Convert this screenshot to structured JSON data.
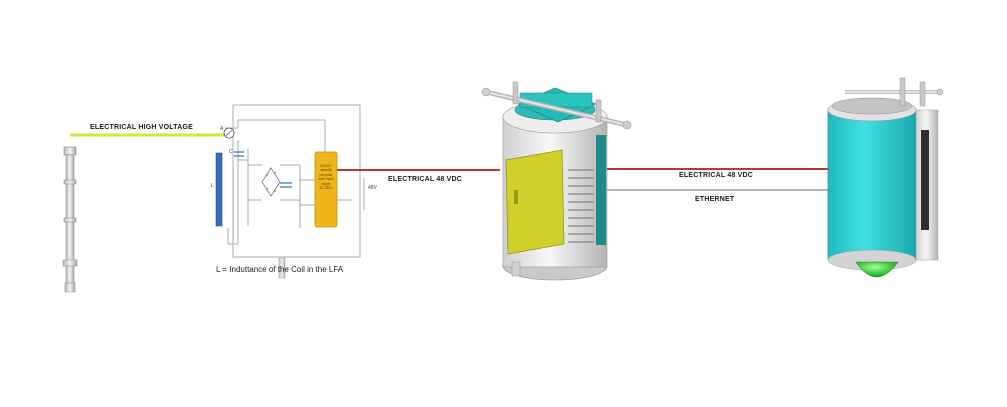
{
  "labels": {
    "high_voltage": "ELECTRICAL HIGH VOLTAGE",
    "coil_caption": "L = Induttance of the Coil in the LFA",
    "dc_left": "ELECTRICAL 48 VDC",
    "dc_right": "ELECTRICAL 48 VDC",
    "ethernet": "ETHERNET",
    "voltage_48": "48V",
    "coil_L": "L",
    "node_A": "A",
    "node_C": "C",
    "dcdc_lines": [
      "DC/DC",
      "special",
      "purpose",
      "with input",
      "range",
      "10-250V"
    ]
  },
  "colors": {
    "high_voltage_line": "#c8ee3a",
    "dc_line": "#b01818",
    "ethernet_line": "#9a9a9a",
    "dcdc_box": "#f0b41c",
    "teal": "#25b8b4",
    "cyan_body": "#2ad4d6",
    "yellow_panel": "#cfd02a",
    "green_dome": "#3dc63d",
    "coil_blue": "#3a6bb5"
  },
  "icons": [
    "lightning-rod-icon",
    "coil-icon",
    "capacitor-icon",
    "diode-bridge-icon",
    "ammeter-icon",
    "enclosure-icon",
    "camera-unit-icon"
  ]
}
